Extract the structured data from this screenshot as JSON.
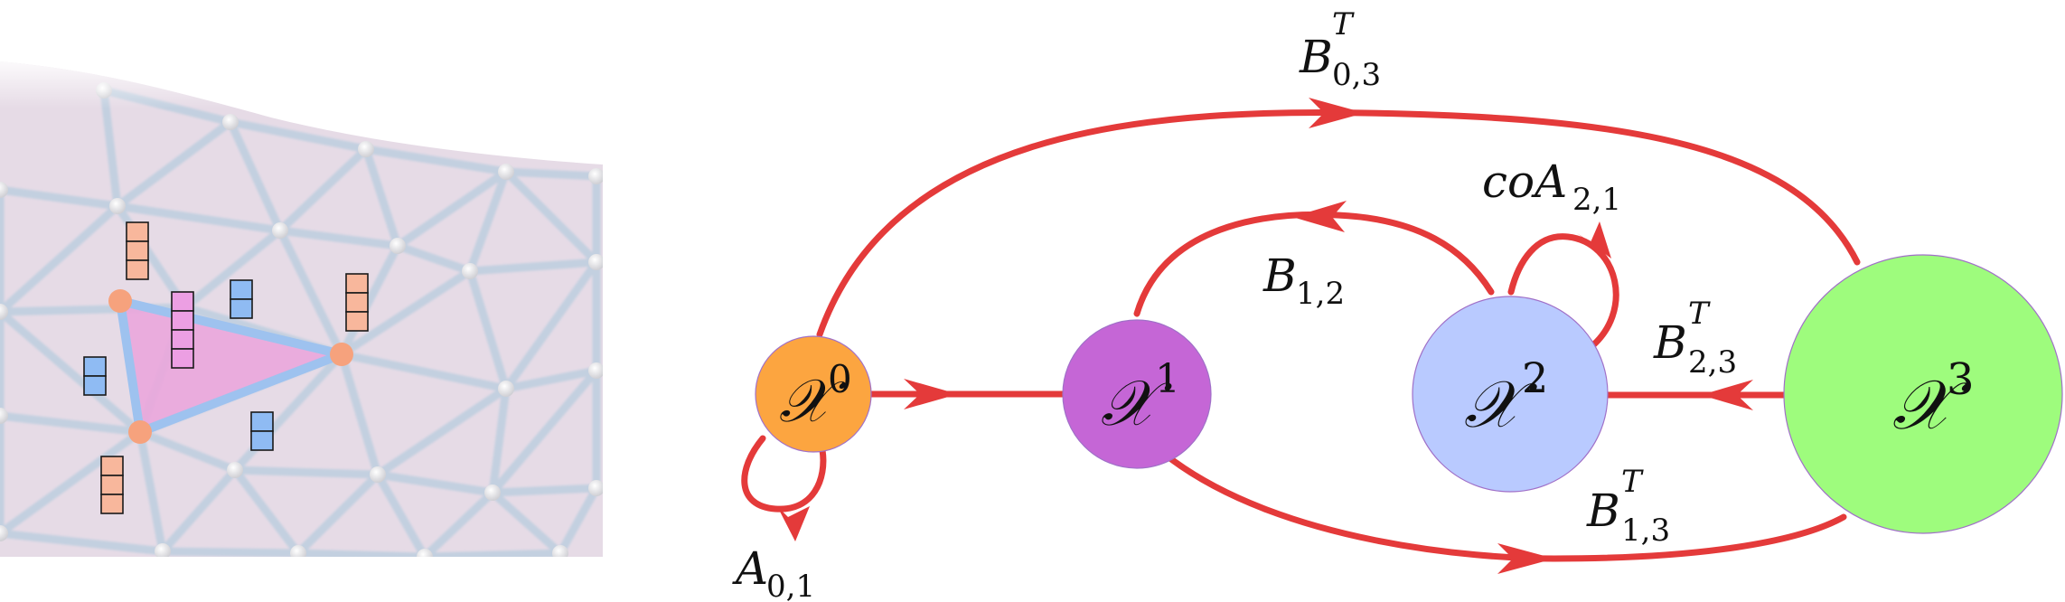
{
  "colors": {
    "edge": "#e43a3a",
    "mesh_bg": "#e6dbe6",
    "mesh_line": "#c3d0e0",
    "triangle_fill": "#eaa6dc",
    "triangle_edge": "#9ec2ef",
    "vertex_highlight": "#f6a27d",
    "vertex_plain": "#f4f4f4",
    "vec_orange": "#f8b79c",
    "vec_blue": "#8fbbf3",
    "vec_pink": "#ec9fe3"
  },
  "nodes": [
    {
      "id": "x0",
      "symbol": "𝒳",
      "sup": "0",
      "color": "#fca540"
    },
    {
      "id": "x1",
      "symbol": "𝒳",
      "sup": "1",
      "color": "#c566d6"
    },
    {
      "id": "x2",
      "symbol": "𝒳",
      "sup": "2",
      "color": "#b9caff"
    },
    {
      "id": "x3",
      "symbol": "𝒳",
      "sup": "3",
      "color": "#9efc7d"
    }
  ],
  "edges": [
    {
      "id": "B03T",
      "base": "B",
      "sub": "0,3",
      "sup": "T"
    },
    {
      "id": "coA21",
      "base": "coA",
      "sub": "2,1",
      "sup": ""
    },
    {
      "id": "B12",
      "base": "B",
      "sub": "1,2",
      "sup": ""
    },
    {
      "id": "B23T",
      "base": "B",
      "sub": "2,3",
      "sup": "T"
    },
    {
      "id": "B13T",
      "base": "B",
      "sub": "1,3",
      "sup": "T"
    },
    {
      "id": "A01",
      "base": "A",
      "sub": "0,1",
      "sup": ""
    }
  ],
  "mesh": {
    "vectors": [
      {
        "color": "orange",
        "cells": 3
      },
      {
        "color": "pink",
        "cells": 4
      },
      {
        "color": "blue",
        "cells": 2
      },
      {
        "color": "orange",
        "cells": 3
      },
      {
        "color": "blue",
        "cells": 2
      },
      {
        "color": "blue",
        "cells": 2
      },
      {
        "color": "orange",
        "cells": 3
      }
    ]
  }
}
